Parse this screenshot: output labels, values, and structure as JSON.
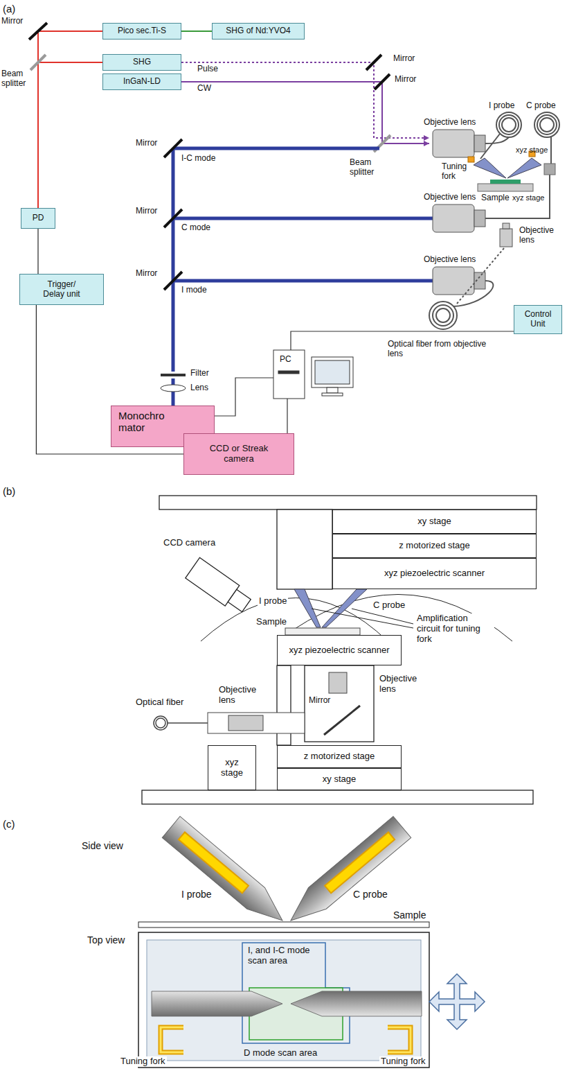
{
  "diagram": {
    "nodes": [
      {
        "text": [
          "Pico sec.Ti-S"
        ]
      },
      {
        "text": [
          "SHG of Nd:YVO4"
        ]
      },
      {
        "text": [
          "SHG"
        ]
      },
      {
        "text": [
          "InGaN-LD"
        ]
      },
      {
        "text": [
          "PD"
        ]
      },
      {
        "text": [
          "Trigger/ Delay unit"
        ]
      },
      {
        "text": [
          "Monochro mator"
        ]
      },
      {
        "text": [
          "CCD or Streak camera"
        ]
      },
      {
        "text": [
          "Control Unit"
        ]
      },
      {
        "text": [
          "xy stage"
        ]
      },
      {
        "text": [
          "z motorized stage"
        ]
      },
      {
        "text": [
          "xyz piezoelectric scanner"
        ]
      },
      {
        "text": [
          "xyz piezoelectric scanner"
        ]
      },
      {
        "text": [
          "z motorized stage"
        ]
      },
      {
        "text": [
          "xy stage"
        ]
      },
      {
        "text": [
          "xyz stage"
        ]
      }
    ],
    "edges": [
      {
        "from": 0,
        "to": 1,
        "arrow": "none"
      },
      {
        "from": 4,
        "to": 5,
        "arrow": "none"
      },
      {
        "from": 5,
        "to": 7,
        "arrow": "none"
      }
    ],
    "labels": [
      "(a)",
      "Mirror",
      "Beam splitter",
      "Pulse",
      "CW",
      "Mirror",
      "Mirror",
      "Objective lens",
      "I probe",
      "C probe",
      "Tuning fork",
      "xyz stage",
      "Sample",
      "xyz stage",
      "Mirror",
      "I-C mode",
      "Beam splitter",
      "Objective lens",
      "Mirror",
      "C mode",
      "Objective lens",
      "Mirror",
      "I mode",
      "Objective lens",
      "Filter",
      "Lens",
      "PC",
      "Optical fiber from objective lens",
      "(b)",
      "CCD camera",
      "I probe",
      "C probe",
      "Sample",
      "Amplification circuit for tuning fork",
      "Optical fiber",
      "Objective lens",
      "Objective lens",
      "Mirror",
      "(c)",
      "Side view",
      "I probe",
      "C probe",
      "Sample",
      "Top view",
      "I, and I-C mode scan area",
      "Tuning fork",
      "Tuning fork",
      "D mode scan area"
    ]
  }
}
